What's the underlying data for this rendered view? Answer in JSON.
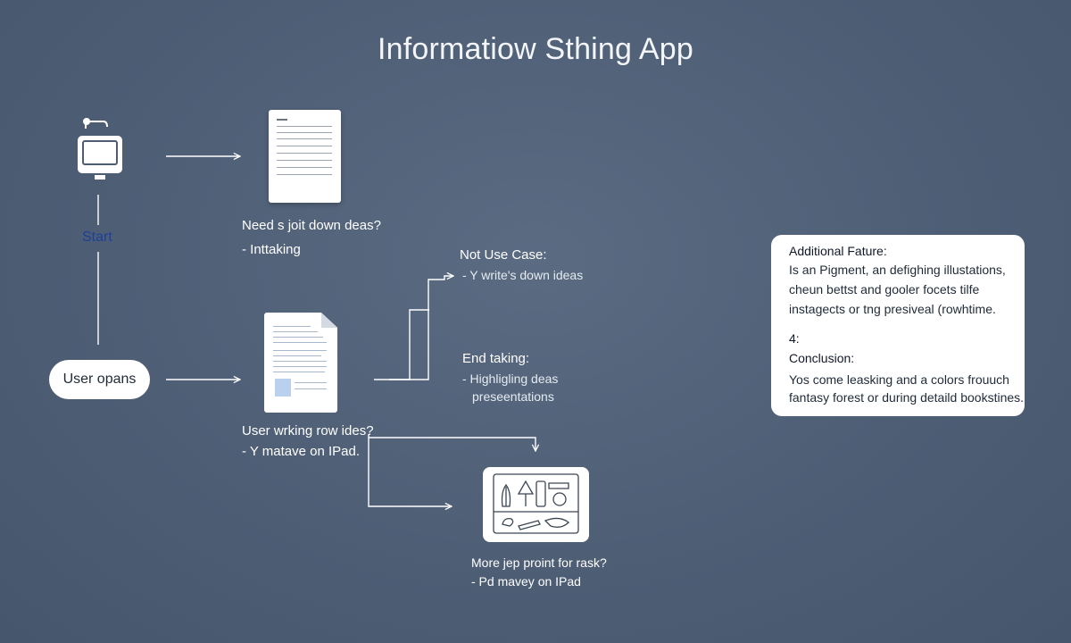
{
  "title": "Informatiow Sthing App",
  "flow": {
    "start_label": "Start",
    "user_opens": "User opans",
    "step1": {
      "title": "Need s joit down deas?",
      "detail": "- Inttaking"
    },
    "step2": {
      "title": "User wrking row ides?",
      "detail": "- Y matave on IPad."
    },
    "use_case": {
      "title": "Not Use Case:",
      "detail": "- Y write's down ideas"
    },
    "end_taking": {
      "title": "End taking:",
      "detail1": "- Highligling deas",
      "detail2": "preseentations"
    },
    "step3": {
      "title": "More jep proint for rask?",
      "detail": "- Pd mavey on IPad"
    }
  },
  "info_card": {
    "heading1": "Additional Fature:",
    "line1": "Is an Pigment, an defighing illustations,",
    "line2": "cheun bettst and gooler focets tilfe",
    "line3": "instagects or tng presiveal (rowhtime.",
    "number": "4:",
    "heading2": "Conclusion:",
    "line4": "Yos come leasking and a colors frouuch",
    "line5": "fantasy forest or during detaild bookstines."
  },
  "icons": {
    "start": "monitor-icon",
    "doc1": "document-icon",
    "doc2": "document-page-icon",
    "illustration": "illustration-icon"
  },
  "colors": {
    "background": "#4d5d74",
    "start_label": "#1e3f9a",
    "card": "#ffffff"
  }
}
